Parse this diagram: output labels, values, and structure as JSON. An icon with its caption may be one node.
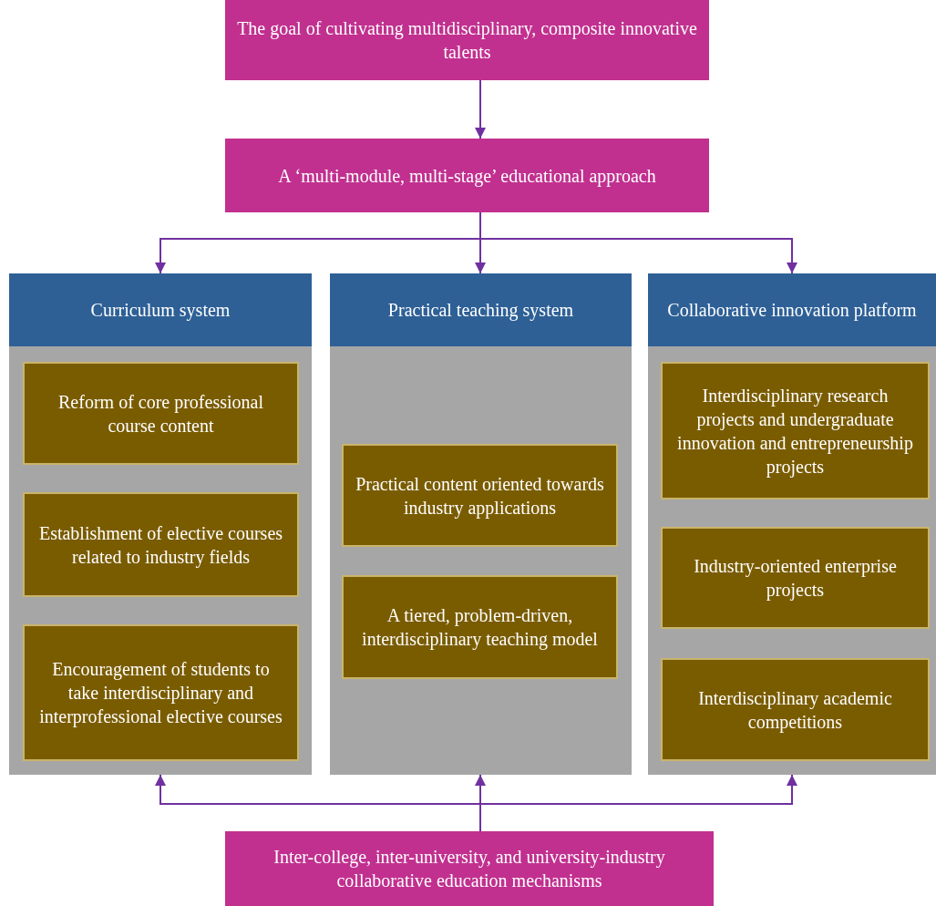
{
  "diagram": {
    "nodes": [
      {
        "text": [
          "The goal of cultivating multidisciplinary, composite innovative talents"
        ]
      },
      {
        "text": [
          "A ‘multi-module, multi-stage’ educational approach"
        ]
      },
      {
        "text": [
          "Curriculum system"
        ]
      },
      {
        "text": [
          "Reform of core professional course content"
        ],
        "in": 2
      },
      {
        "text": [
          "Establishment of elective courses related to industry fields"
        ],
        "in": 2
      },
      {
        "text": [
          "Encouragement of students to take interdisciplinary and interprofessional elective courses"
        ],
        "in": 2
      },
      {
        "text": [
          "Practical teaching system"
        ]
      },
      {
        "text": [
          "Practical content oriented towards industry applications"
        ],
        "in": 6
      },
      {
        "text": [
          "A tiered, problem-driven, interdisciplinary teaching model"
        ],
        "in": 6
      },
      {
        "text": [
          "Collaborative innovation platform"
        ]
      },
      {
        "text": [
          "Interdisciplinary research projects and undergraduate innovation and entrepreneurship projects"
        ],
        "in": 9
      },
      {
        "text": [
          "Industry-oriented enterprise projects"
        ],
        "in": 9
      },
      {
        "text": [
          "Interdisciplinary academic competitions"
        ],
        "in": 9
      },
      {
        "text": [
          "Inter-college, inter-university, and university-industry collaborative education mechanisms"
        ]
      }
    ],
    "edges": [
      {
        "from": 0,
        "to": 1,
        "arrow": "to"
      },
      {
        "from": 1,
        "to": 2,
        "arrow": "to"
      },
      {
        "from": 1,
        "to": 6,
        "arrow": "to"
      },
      {
        "from": 1,
        "to": 9,
        "arrow": "to"
      },
      {
        "from": 13,
        "to": 2,
        "arrow": "to"
      },
      {
        "from": 13,
        "to": 6,
        "arrow": "to"
      },
      {
        "from": 13,
        "to": 9,
        "arrow": "to"
      }
    ]
  }
}
